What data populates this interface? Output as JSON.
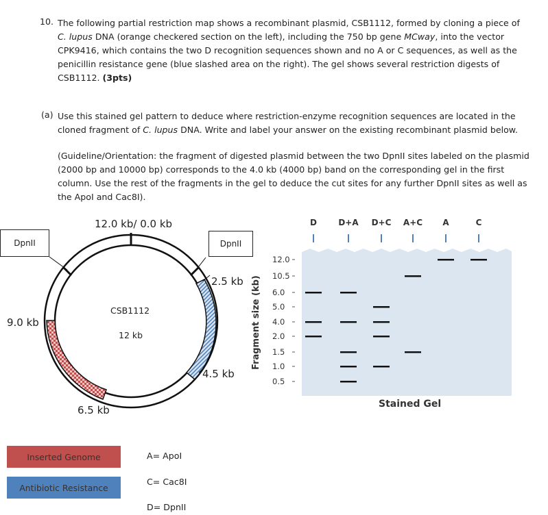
{
  "question": {
    "number": "10.",
    "text_a": "The following partial restriction map shows a recombinant plasmid, CSB1112, formed by cloning a piece of ",
    "text_a_it": "C. lupus",
    "text_b": " DNA (orange checkered section on the left), including the 750 bp gene ",
    "text_b_it": "MCway",
    "text_c": ", into the vector CPK9416, which contains the two D recognition sequences shown and no A or C sequences, as well as the penicillin resistance gene (blue slashed area on the right). The gel shows several restriction digests of CSB1112. ",
    "points": "(3pts)"
  },
  "part_a": {
    "prefix": "(a)",
    "text_a": "Use this stained gel pattern to deduce where restriction-enzyme recognition sequences are located in the cloned fragment of ",
    "text_a_it": "C. lupus",
    "text_b": " DNA. Write and label your answer on the existing recombinant plasmid below."
  },
  "guideline": "(Guideline/Orientation: the fragment of digested plasmid between the two DpnII sites labeled on the plasmid (2000 bp and 10000 bp) corresponds to the 4.0 kb (4000 bp) band on the corresponding gel in the first column. Use the rest of the fragments in the gel to deduce the cut sites for any further DpnII sites as well as the ApoI and Cac8I).",
  "plasmid": {
    "name": "CSB1112",
    "size": "12 kb",
    "pos_top": "12.0 kb/ 0.0 kb",
    "pos_right_upper": "2.5 kb",
    "pos_right_lower": "4.5 kb",
    "pos_bottom_left": "6.5 kb",
    "pos_left": "9.0 kb",
    "box_left": "DpnII",
    "box_right": "DpnII",
    "color_insert": "#c0504d",
    "color_resistance": "#4f81bd"
  },
  "legend": {
    "inserted": "Inserted Genome",
    "antibiotic": "Antibiotic Resistance",
    "enzyme_a": "A= ApoI",
    "enzyme_c": "C= Cac8I",
    "enzyme_d": "D= DpnII"
  },
  "gel": {
    "title": "Stained Gel",
    "ylabel": "Fragment size (kb)",
    "lanes": [
      "D",
      "D+A",
      "D+C",
      "A+C",
      "A",
      "C"
    ],
    "markers": [
      "12.0",
      "10.5",
      "6.0",
      "5.0",
      "4.0",
      "2.0",
      "1.5",
      "1.0",
      "0.5"
    ],
    "background": "#dce6f1",
    "bands": [
      [
        "6.0",
        "4.0",
        "2.0"
      ],
      [
        "6.0",
        "4.0",
        "1.5",
        "1.0",
        "0.5"
      ],
      [
        "5.0",
        "4.0",
        "2.0",
        "1.0"
      ],
      [
        "10.5",
        "1.5"
      ],
      [
        "12.0"
      ],
      [
        "12.0"
      ]
    ]
  }
}
